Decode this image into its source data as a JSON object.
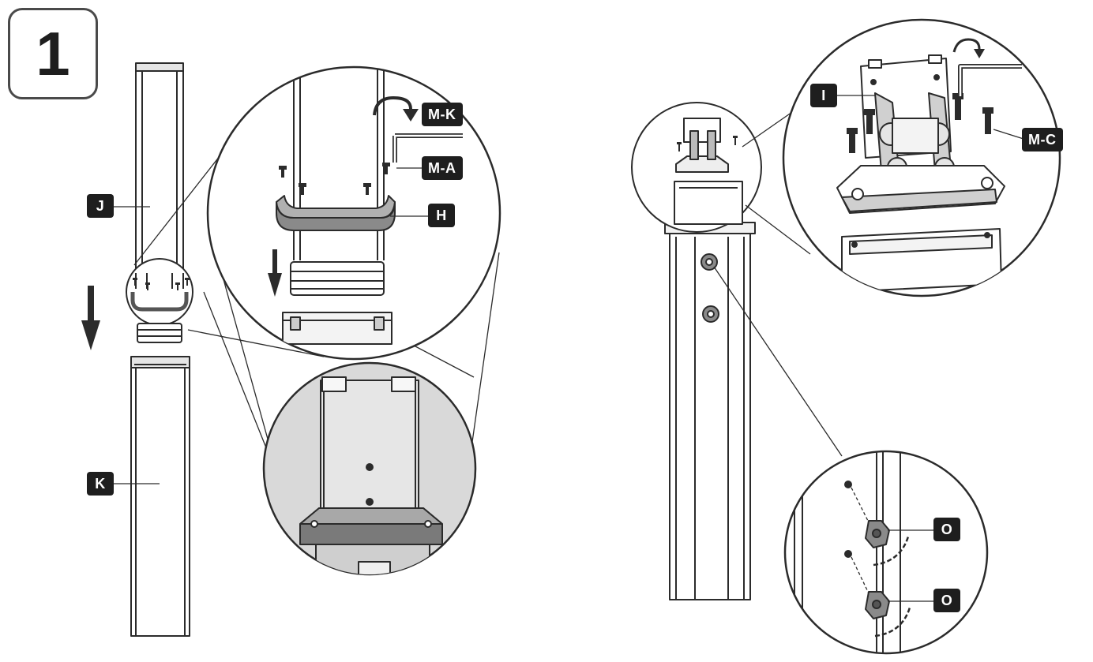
{
  "step_number": "1",
  "labels": {
    "j": "J",
    "k": "K",
    "h": "H",
    "mk": "M-K",
    "ma": "M-A",
    "i": "I",
    "mc": "M-C",
    "o1": "O",
    "o2": "O"
  },
  "colors": {
    "line": "#2b2b2b",
    "label_bg": "#1e1e1e",
    "label_text": "#ffffff",
    "gray_fill": "#d6d6d6",
    "dark_part": "#6e6e6e",
    "knob": "#7a7a7a"
  },
  "icons": [
    "rotate-arrow-icon",
    "down-arrow-icon",
    "allen-key-icon",
    "screw-icon",
    "knob-icon"
  ]
}
